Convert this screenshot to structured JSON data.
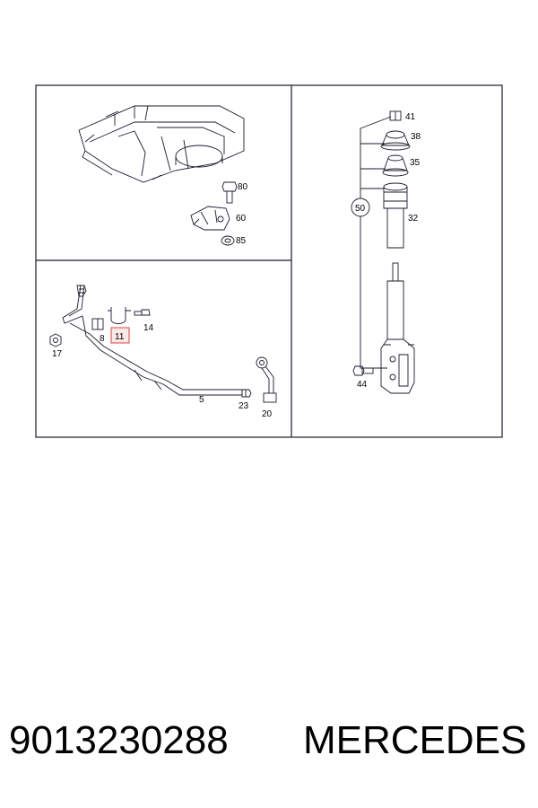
{
  "diagram": {
    "panel_top_left": {
      "callouts": [
        "80",
        "60",
        "85"
      ]
    },
    "panel_right": {
      "callouts": [
        "41",
        "38",
        "35",
        "32",
        "50",
        "44"
      ]
    },
    "panel_bottom_left": {
      "callouts": [
        "8",
        "11",
        "14",
        "17",
        "5",
        "23",
        "20"
      ]
    },
    "highlight": {
      "callout": "11",
      "color": "#e04040"
    },
    "line_color": "#1a1a2e"
  },
  "caption": {
    "part_number": "9013230288",
    "brand": "MERCEDES"
  }
}
